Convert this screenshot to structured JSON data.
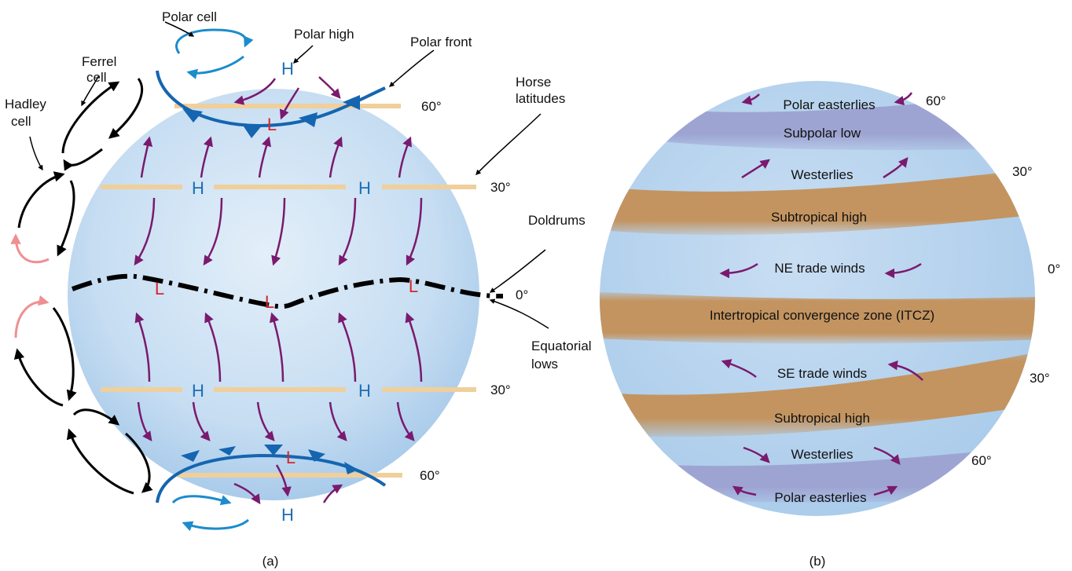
{
  "panel_a": {
    "caption": "(a)",
    "cells": {
      "polar_cell": "Polar cell",
      "ferrel_cell_line1": "Ferrel",
      "ferrel_cell_line2": "cell",
      "hadley_cell_line1": "Hadley",
      "hadley_cell_line2": "cell"
    },
    "features": {
      "polar_high": "Polar high",
      "polar_front": "Polar front",
      "horse_latitudes_line1": "Horse",
      "horse_latitudes_line2": "latitudes",
      "doldrums": "Doldrums",
      "equatorial_lows_line1": "Equatorial",
      "equatorial_lows_line2": "lows"
    },
    "pressure_symbols": {
      "high": "H",
      "low": "L"
    },
    "latitudes": {
      "north_60": "60°",
      "north_30": "30°",
      "equator": "0°",
      "south_30": "30°",
      "south_60": "60°"
    }
  },
  "panel_b": {
    "caption": "(b)",
    "zones": {
      "polar_easterlies_north": "Polar easterlies",
      "subpolar_low": "Subpolar low",
      "westerlies_north": "Westerlies",
      "subtropical_high_north": "Subtropical high",
      "ne_trade_winds": "NE trade winds",
      "itcz": "Intertropical convergence zone (ITCZ)",
      "se_trade_winds": "SE trade winds",
      "subtropical_high_south": "Subtropical high",
      "westerlies_south": "Westerlies",
      "polar_easterlies_south": "Polar easterlies"
    },
    "latitudes": {
      "north_60": "60°",
      "north_30": "30°",
      "equator": "0°",
      "south_30": "30°",
      "south_60": "60°"
    }
  },
  "colors": {
    "globe_light": "#dbeaf7",
    "globe_edge": "#a9cbea",
    "latitude_line": "#f0cf9a",
    "pressure_blue": "#1e6eb4",
    "pressure_red": "#d8262c",
    "wind_purple": "#7a1a6e",
    "front_blue": "#1565b0",
    "polar_cell_blue": "#1b8ccc",
    "hadley_pink": "#ef8f92",
    "desert_band": "#c39460",
    "subpolar_band": "#9ea4d2"
  }
}
